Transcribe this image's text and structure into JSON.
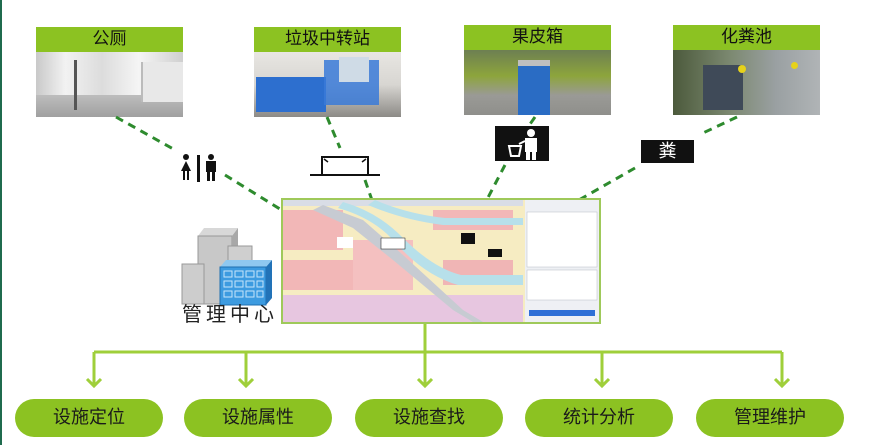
{
  "facilities": [
    {
      "title": "公厕",
      "icon": "toilet-icon"
    },
    {
      "title": "垃圾中转站",
      "icon": "transfer-station-icon"
    },
    {
      "title": "果皮箱",
      "icon": "litter-bin-icon"
    },
    {
      "title": "化粪池",
      "icon": "septic-tank-icon",
      "symbol_text": "粪"
    }
  ],
  "center": {
    "label": "管理中心",
    "icon": "building-icon"
  },
  "functions": [
    "设施定位",
    "设施属性",
    "设施查找",
    "统计分析",
    "管理维护"
  ],
  "colors": {
    "accent": "#8cc222",
    "dash": "#2e8b2e",
    "connector": "#9fcf3a",
    "frame": "#1f6b4e"
  }
}
